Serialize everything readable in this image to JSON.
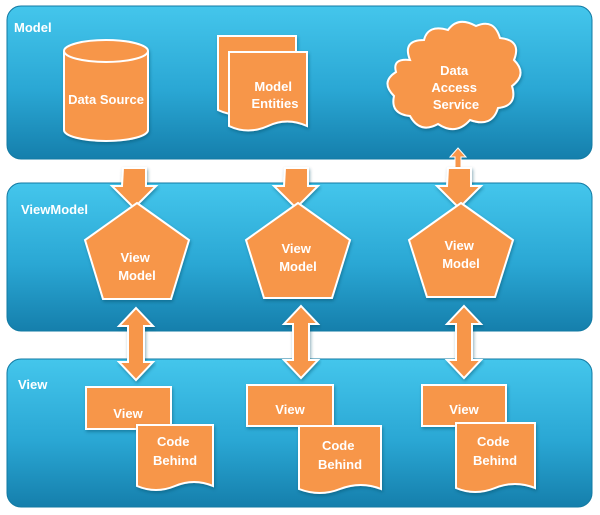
{
  "layers": {
    "model": {
      "title": "Model"
    },
    "viewmodel": {
      "title": "ViewModel"
    },
    "view": {
      "title": "View"
    }
  },
  "model": {
    "data_source": [
      "Data Source"
    ],
    "model_entities": [
      "Model",
      "Entities"
    ],
    "data_access_service": [
      "Data",
      "Access",
      "Service"
    ]
  },
  "viewmodels": [
    {
      "lines": [
        "View",
        "Model"
      ]
    },
    {
      "lines": [
        "View",
        "Model"
      ]
    },
    {
      "lines": [
        "View",
        "Model"
      ]
    }
  ],
  "views": [
    {
      "view_label": "View",
      "code_behind": [
        "Code",
        "Behind"
      ]
    },
    {
      "view_label": "View",
      "code_behind": [
        "Code",
        "Behind"
      ]
    },
    {
      "view_label": "View",
      "code_behind": [
        "Code",
        "Behind"
      ]
    }
  ],
  "colors": {
    "layer_top": "#3fc3ea",
    "layer_bottom": "#1686b2",
    "layer_stroke": "#127aa3",
    "shape_fill": "#f7964a",
    "shape_stroke": "#ffffff",
    "connector": "#ffffff"
  }
}
